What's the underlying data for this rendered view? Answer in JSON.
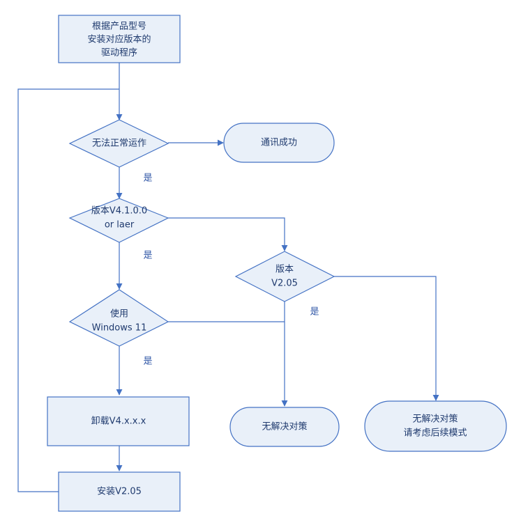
{
  "nodes": {
    "install_driver": [
      "根据产品型号",
      "安装对应版本的",
      "驱动程序"
    ],
    "cannot_run": [
      "无法正常运作"
    ],
    "comm_success": [
      "通讯成功"
    ],
    "version_check": [
      "版本V4.1.0.0",
      "or laer"
    ],
    "use_windows": [
      "使用",
      "Windows 11"
    ],
    "version_205": [
      "版本",
      "V2.05"
    ],
    "uninstall": [
      "卸载V4.x.x.x"
    ],
    "install_205": [
      "安装V2.05"
    ],
    "no_solution": [
      "无解决对策"
    ],
    "no_solution_rollback": [
      "无解决对策",
      "请考虑后续模式"
    ]
  },
  "edge_labels": {
    "cannot_run_yes": "是",
    "version_check_yes": "是",
    "use_windows_yes": "是",
    "version_205_yes": "是"
  },
  "colors": {
    "fill": "#e9f0f9",
    "stroke": "#4472c4",
    "text": "#1f3a6e"
  }
}
